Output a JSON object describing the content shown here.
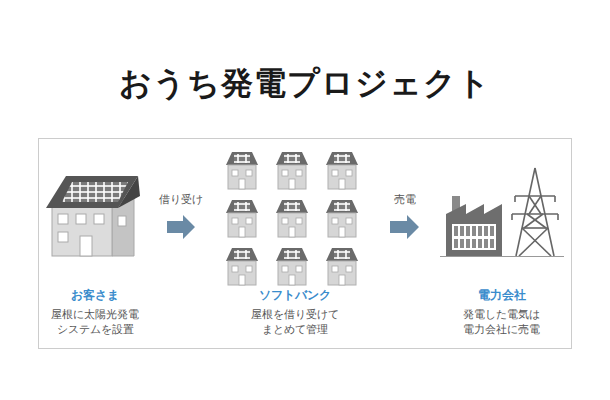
{
  "diagram": {
    "title": "おうち発電プロジェクト",
    "nodes": [
      {
        "text": [
          "お客さま",
          "屋根に太陽光発電 システムを設置"
        ]
      },
      {
        "text": [
          "ソフトバンク",
          "屋根を借り受けて まとめて管理"
        ]
      },
      {
        "text": [
          "電力会社",
          "発電した電気は 電力会社に売電"
        ]
      }
    ],
    "edges": [
      {
        "from": 0,
        "to": 1,
        "label": "借り受け",
        "arrow": "to"
      },
      {
        "from": 1,
        "to": 2,
        "label": "売電",
        "arrow": "to"
      }
    ]
  }
}
